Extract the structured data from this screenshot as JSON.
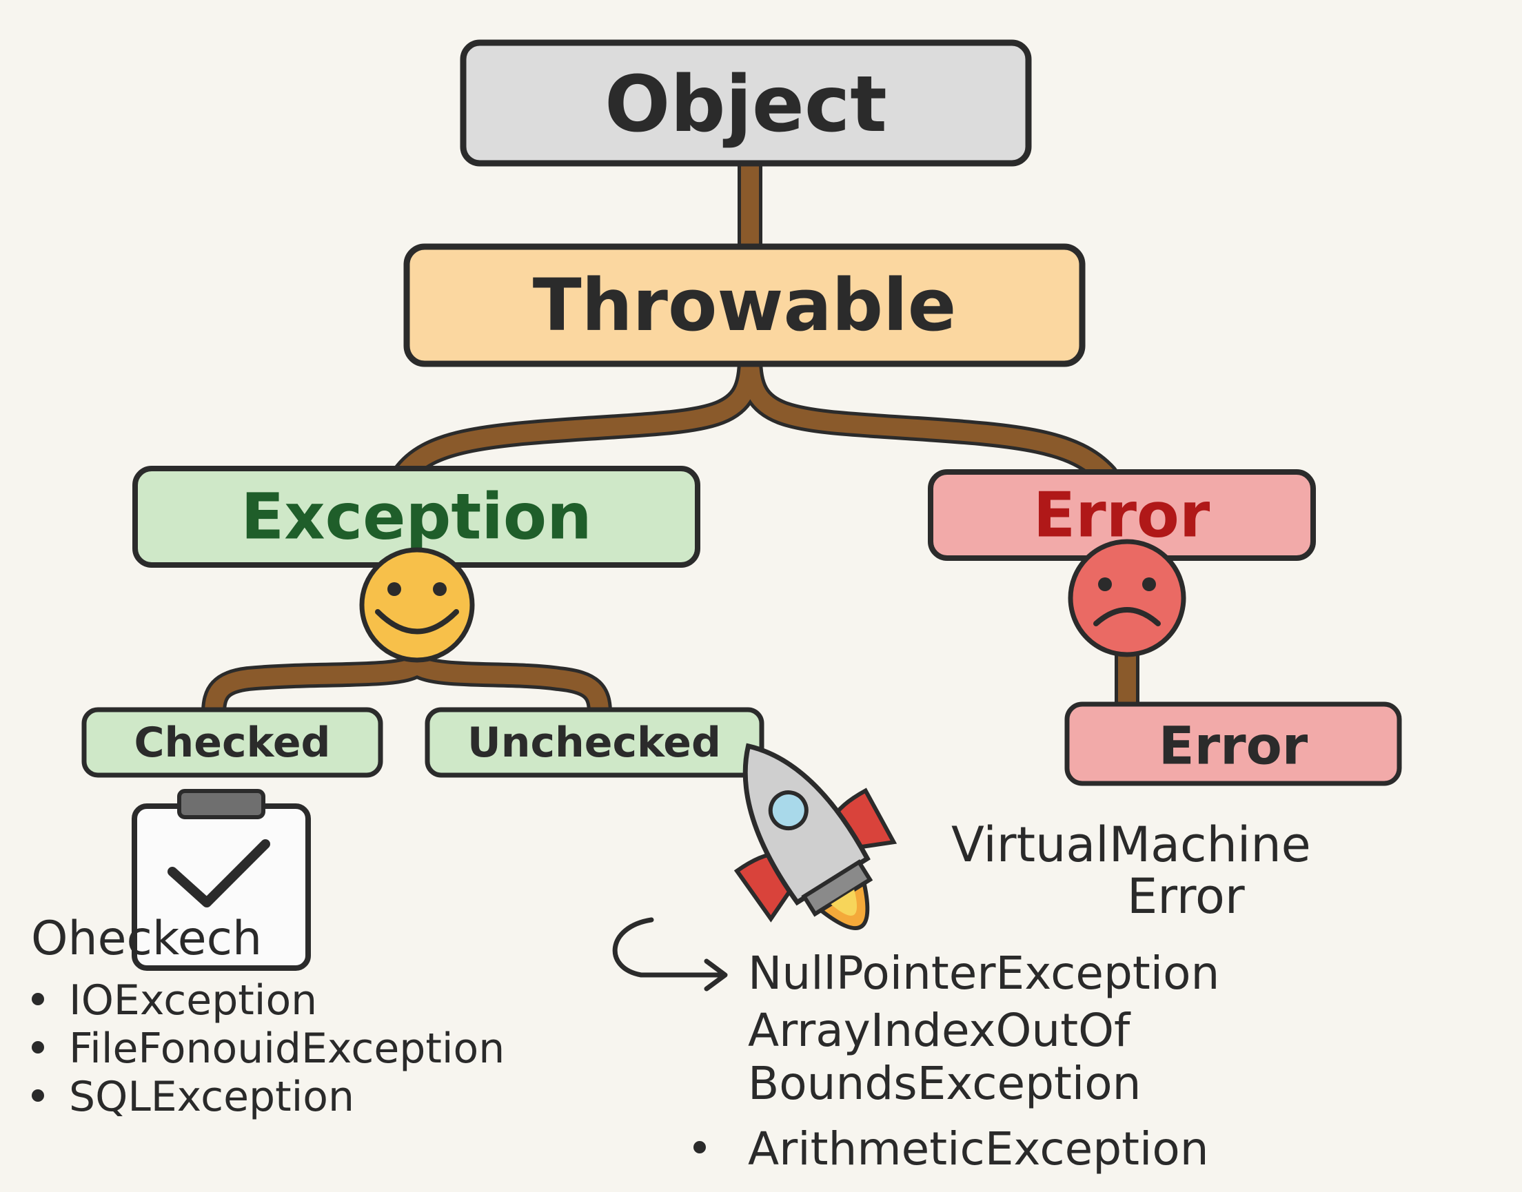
{
  "nodes": {
    "object": "Object",
    "throwable": "Throwable",
    "exception": "Exception",
    "error": "Error",
    "checked": "Checked",
    "unchecked": "Unchecked",
    "error_sub": "Error"
  },
  "checked_list": {
    "heading": "Oheckech",
    "items": [
      "IOException",
      "FileFonouidException",
      "SQLException"
    ]
  },
  "error_note": {
    "line1": "VirtualMachine",
    "line2": "Error"
  },
  "unchecked_list": {
    "item1": "NullPointerException",
    "item2_line1": "ArrayIndexOutOf",
    "item2_line2": "BoundsException",
    "item3": "ArithmeticException"
  },
  "icons": {
    "happy": "smiley-face-icon",
    "sad": "sad-face-icon",
    "clipboard": "clipboard-check-icon",
    "rocket": "rocket-icon",
    "arrow": "curved-arrow-icon"
  },
  "colors": {
    "object_fill": "#dcdcdc",
    "throwable_fill": "#fbd7a0",
    "exception_fill": "#cfe8c8",
    "exception_text": "#1f5e2a",
    "error_fill": "#f2aaa9",
    "error_text": "#b01818",
    "connector": "#8a5a2b",
    "outline": "#2b2b2b"
  }
}
